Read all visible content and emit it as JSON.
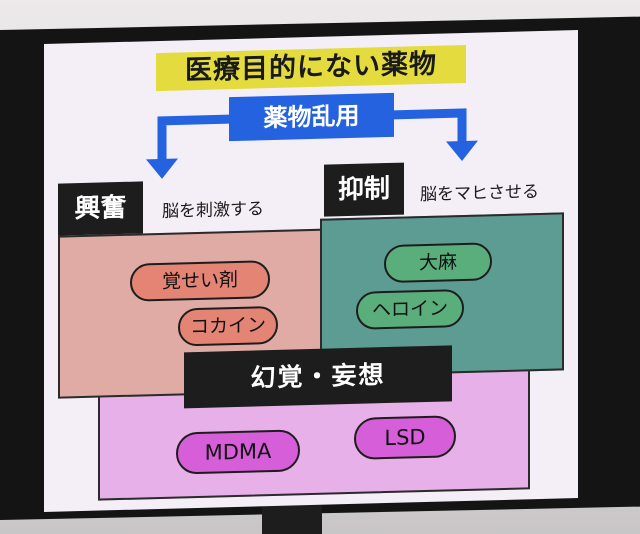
{
  "title": "医療目的にない薬物",
  "center_label": "薬物乱用",
  "stimulant": {
    "label": "興奮",
    "description": "脳を刺激する",
    "drugs": [
      "覚せい剤",
      "コカイン"
    ]
  },
  "depressant": {
    "label": "抑制",
    "description": "脳をマヒさせる",
    "drugs": [
      "大麻",
      "ヘロイン"
    ]
  },
  "hallucinogen": {
    "label": "幻覚・妄想",
    "drugs": [
      "MDMA",
      "LSD"
    ]
  },
  "colors": {
    "title_bg": "#e4dc3e",
    "center_bg": "#2462e0",
    "stimulant_box": "#e0aaa5",
    "depressant_box": "#5c9c93",
    "hallucinogen_box": "#e7b0e8"
  }
}
